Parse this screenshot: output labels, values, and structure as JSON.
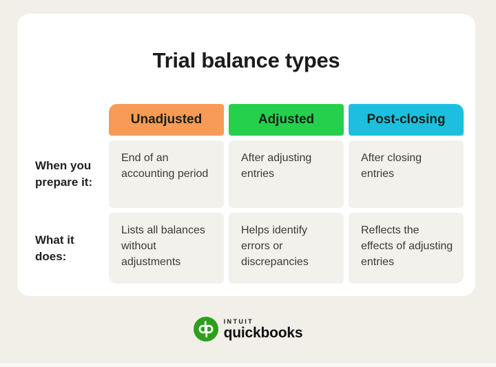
{
  "title": "Trial balance types",
  "table": {
    "columns": [
      {
        "label": "Unadjusted",
        "color": "#F79B57"
      },
      {
        "label": "Adjusted",
        "color": "#25D04C"
      },
      {
        "label": "Post-closing",
        "color": "#1CC0DE"
      }
    ],
    "rows": [
      {
        "label": "When you prepare it:",
        "cells": [
          "End of an accounting period",
          "After adjusting entries",
          "After closing entries"
        ]
      },
      {
        "label": "What it does:",
        "cells": [
          "Lists all balances without adjustments",
          "Helps identify errors or discrepancies",
          "Reflects the effects of adjusting entries"
        ]
      }
    ]
  },
  "footer": {
    "brand_top": "INTUIT",
    "brand_bottom": "quickbooks",
    "logo_color": "#2CA01C",
    "logo_icon": "qb-icon"
  },
  "colors": {
    "page_bg": "#F1EFE8",
    "card_bg": "#FFFFFF",
    "cell_bg": "#F2F1EB",
    "title_text": "#1C1C1C",
    "cell_text": "#3A3A3A"
  }
}
